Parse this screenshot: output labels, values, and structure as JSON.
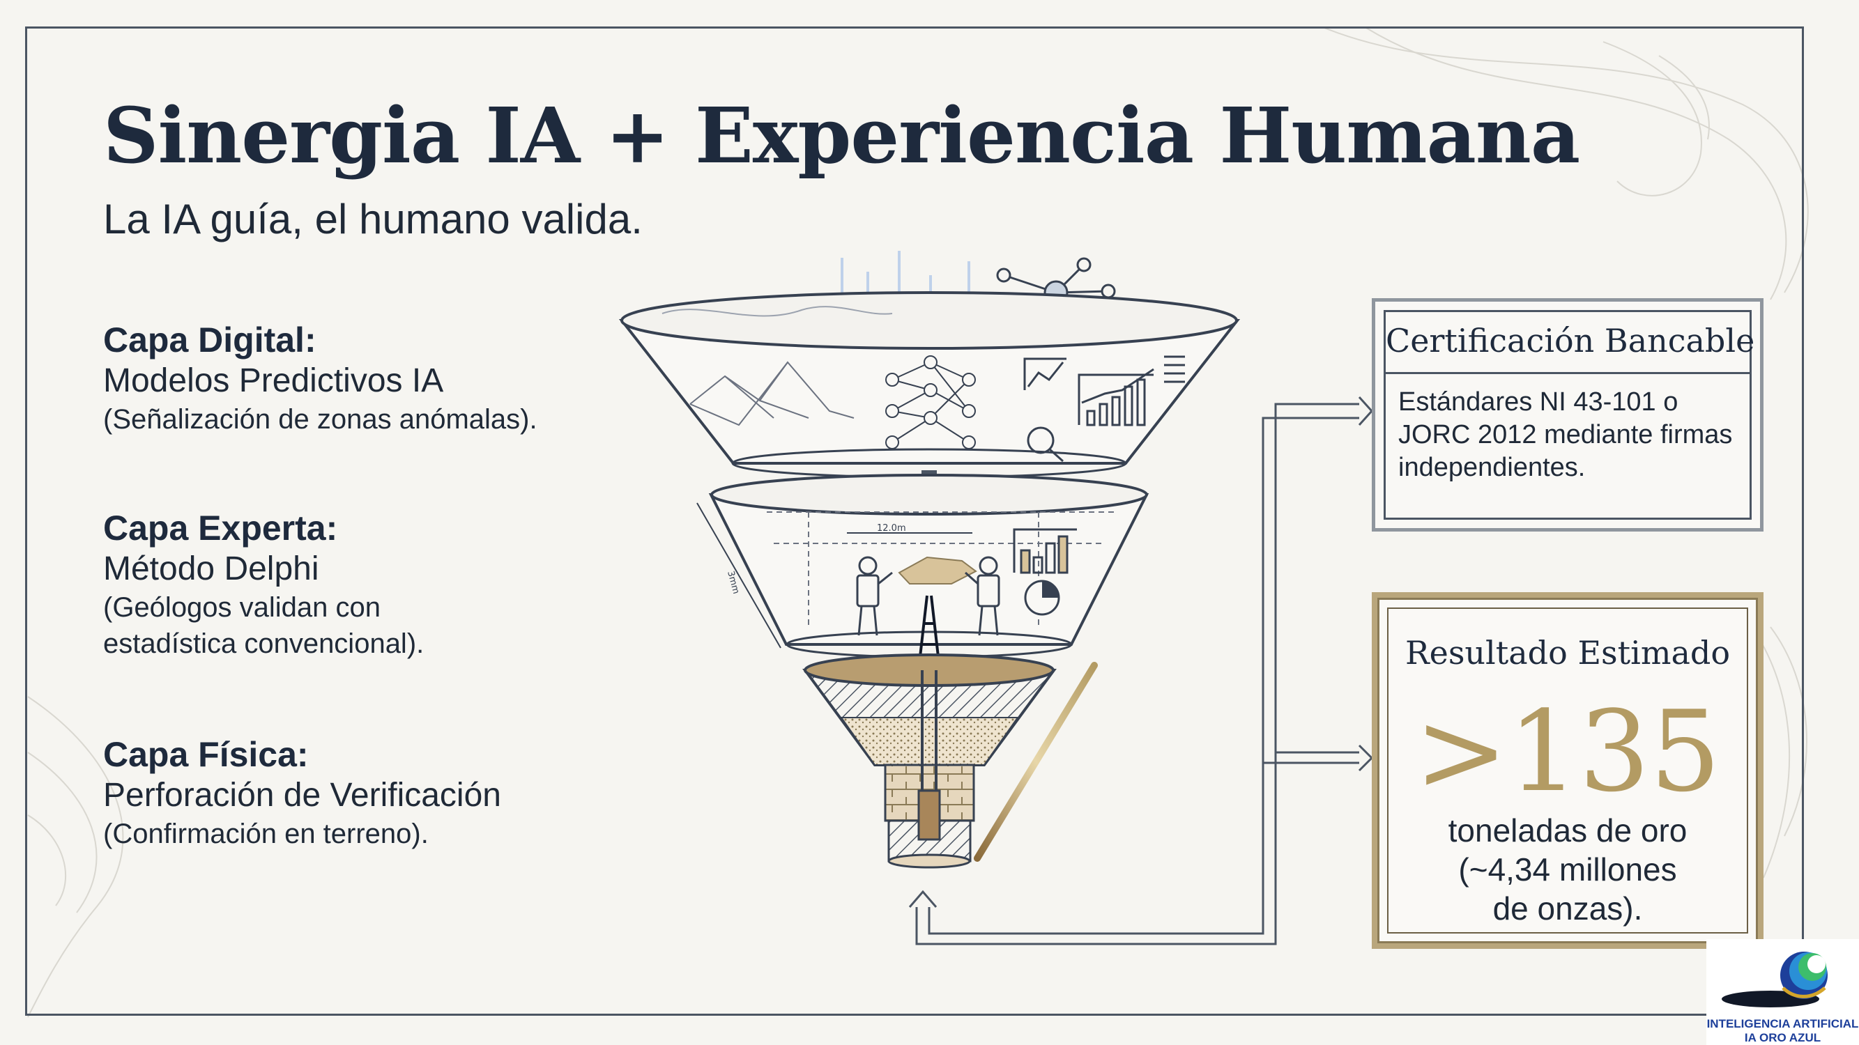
{
  "header": {
    "title": "Sinergia IA + Experiencia Humana",
    "subtitle": "La IA guía, el humano valida."
  },
  "layers": [
    {
      "heading": "Capa Digital:",
      "method": "Modelos Predictivos IA",
      "detail": "(Señalización de zonas anómalas)."
    },
    {
      "heading": "Capa Experta:",
      "method": "Método Delphi",
      "detail_line1": "(Geólogos validan con",
      "detail_line2": "estadística convencional)."
    },
    {
      "heading": "Capa Física:",
      "method": "Perforación de Verificación",
      "detail": "(Confirmación en terreno)."
    }
  ],
  "funnel": {
    "dimension_label_top": "12.0m",
    "dimension_label_side": "3mm"
  },
  "certification": {
    "title": "Certificación Bancable",
    "text_line1": "Estándares NI 43-101 o",
    "text_line2": "JORC 2012 mediante firmas",
    "text_line3": "independientes."
  },
  "result": {
    "title": "Resultado Estimado",
    "value": ">135",
    "line1": "toneladas de oro",
    "line2": "(~4,34 millones",
    "line3": "de onzas)."
  },
  "logo": {
    "line1": "INTELIGENCIA ARTIFICIAL",
    "line2": "IA ORO AZUL"
  },
  "colors": {
    "navy": "#1e2a3d",
    "gold": "#b39b63",
    "background": "#f6f5f1",
    "logo_blue": "#1d3f9a"
  }
}
